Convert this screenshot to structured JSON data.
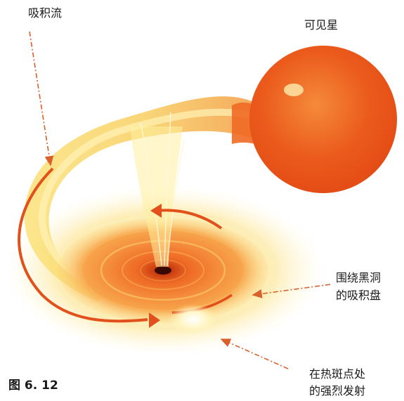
{
  "labels": {
    "accretion_stream": "吸积流",
    "visible_star": "可见星",
    "accretion_disk_line1": "围绕黑洞",
    "accretion_disk_line2": "的吸积盘",
    "hotspot_line1": "在热斑点处",
    "hotspot_line2": "的强烈发射"
  },
  "caption": "图 6. 12",
  "colors": {
    "star": "#e9541a",
    "disk": "#ef6a21",
    "stream": "#f7c850",
    "halo": "#fbe27a",
    "arrow": "#e2501c",
    "pointer": "#d9602a"
  }
}
